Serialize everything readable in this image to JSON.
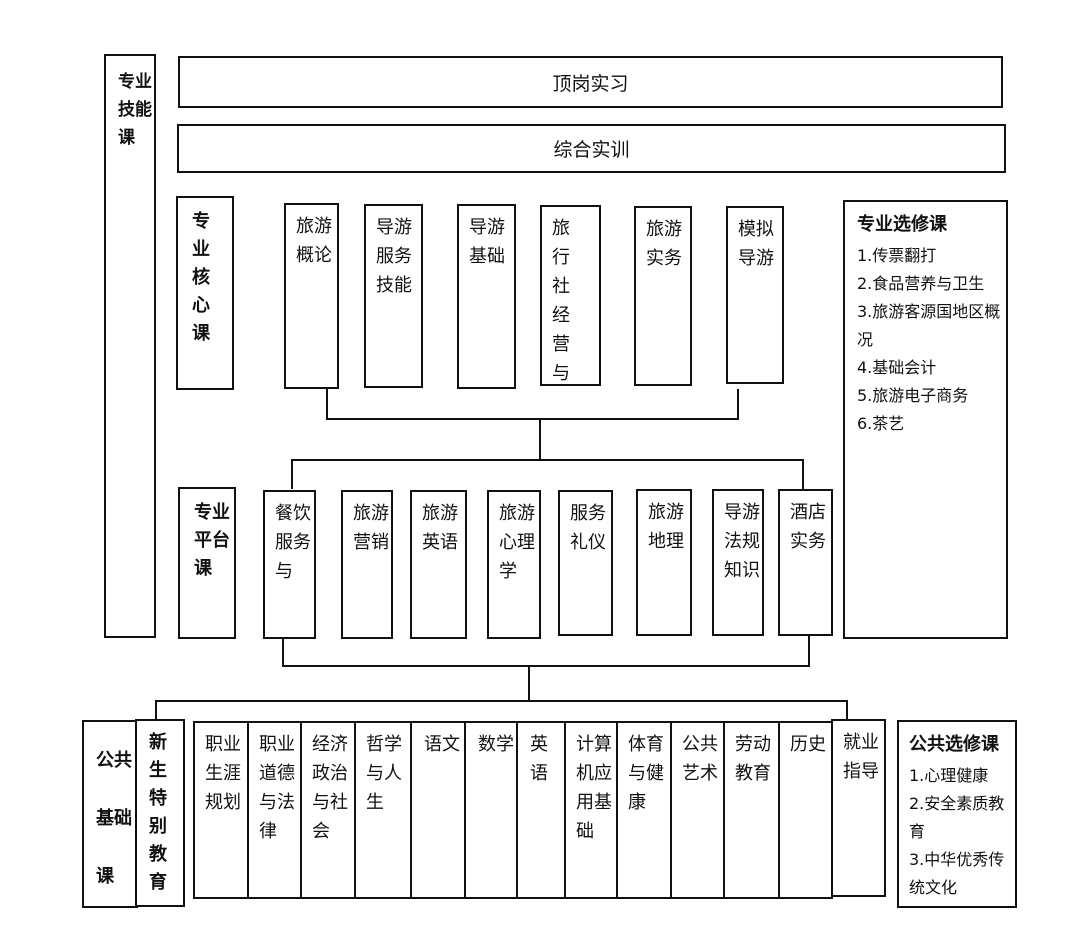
{
  "skill": {
    "label": "专业技能课"
  },
  "internship": {
    "label": "顶岗实习"
  },
  "training": {
    "label": "综合实训"
  },
  "core": {
    "label": "专业核心课",
    "courses": [
      "旅游概论",
      "导游服务技能",
      "导游基础",
      "旅行社经营与",
      "旅游实务",
      "模拟导游"
    ]
  },
  "major_elective": {
    "title": "专业选修课",
    "items": [
      "1.传票翻打",
      "2.食品营养与卫生",
      "3.旅游客源国地区概况",
      "4.基础会计",
      "5.旅游电子商务",
      "6.茶艺"
    ]
  },
  "platform": {
    "label": "专业平台课",
    "courses": [
      "餐饮服务与",
      "旅游营销",
      "旅游英语",
      "旅游心理学",
      "服务礼仪",
      "旅游地理",
      "导游法规知识",
      "酒店实务"
    ]
  },
  "public": {
    "label": "公共基础课",
    "courses": [
      "新生特别教育",
      "职业生涯规划",
      "职业道德与法律",
      "经济政治与社会",
      "哲学与人生",
      "语文",
      "数学",
      "英语",
      "计算机应用基础",
      "体育与健康",
      "公共艺术",
      "劳动教育",
      "历史",
      "就业指导"
    ]
  },
  "public_elective": {
    "title": "公共选修课",
    "items": [
      "1.心理健康",
      "2.安全素质教育",
      "3.中华优秀传统文化"
    ]
  }
}
